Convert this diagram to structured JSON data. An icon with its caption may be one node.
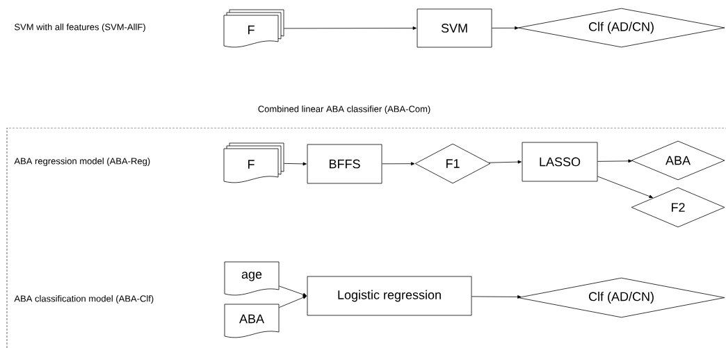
{
  "diagram": {
    "nodes": [
      {
        "text": [
          "Combined linear ABA classifier (ABA-Com)"
        ]
      },
      {
        "text": [
          "F"
        ]
      },
      {
        "text": [
          "SVM"
        ]
      },
      {
        "text": [
          "Clf (AD/CN)"
        ]
      },
      {
        "text": [
          "F"
        ],
        "in": 0
      },
      {
        "text": [
          "BFFS"
        ],
        "in": 0
      },
      {
        "text": [
          "F1"
        ],
        "in": 0
      },
      {
        "text": [
          "LASSO"
        ],
        "in": 0
      },
      {
        "text": [
          "ABA"
        ],
        "in": 0
      },
      {
        "text": [
          "F2"
        ],
        "in": 0
      },
      {
        "text": [
          "age"
        ],
        "in": 0
      },
      {
        "text": [
          "ABA"
        ],
        "in": 0
      },
      {
        "text": [
          "Logistic regression"
        ],
        "in": 0
      },
      {
        "text": [
          "Clf (AD/CN)"
        ],
        "in": 0
      }
    ],
    "edges": [
      {
        "from": 1,
        "to": 2,
        "arrow": "to"
      },
      {
        "from": 2,
        "to": 3,
        "arrow": "to"
      },
      {
        "from": 4,
        "to": 5,
        "arrow": "to"
      },
      {
        "from": 5,
        "to": 6,
        "arrow": "to"
      },
      {
        "from": 6,
        "to": 7,
        "arrow": "to"
      },
      {
        "from": 7,
        "to": 8,
        "arrow": "to"
      },
      {
        "from": 7,
        "to": 9,
        "arrow": "to"
      },
      {
        "from": 10,
        "to": 12,
        "arrow": "to"
      },
      {
        "from": 11,
        "to": 12,
        "arrow": "to"
      },
      {
        "from": 12,
        "to": 13,
        "arrow": "to"
      }
    ],
    "labels": [
      "SVM with all features (SVM-AllF)",
      "ABA regression model (ABA-Reg)",
      "ABA classification model (ABA-Clf)"
    ]
  }
}
